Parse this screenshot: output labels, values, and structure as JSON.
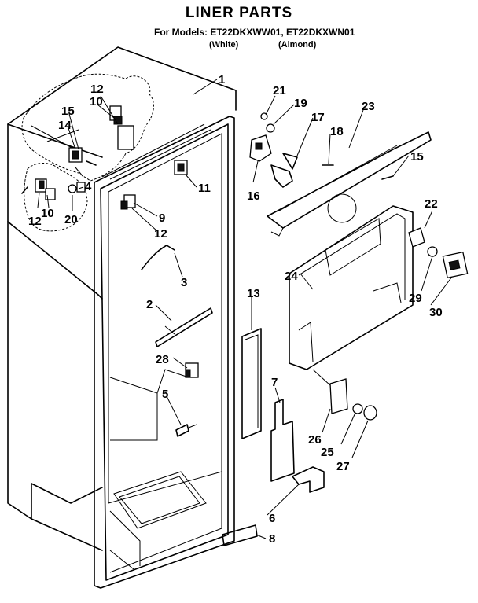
{
  "header": {
    "title": "LINER PARTS",
    "models": "For Models: ET22DKXWW01, ET22DKXWN01",
    "color_white": "(White)",
    "color_almond": "(Almond)"
  },
  "callouts": {
    "c1": "1",
    "c2": "2",
    "c3": "3",
    "c4": "4",
    "c5": "5",
    "c6": "6",
    "c7": "7",
    "c8": "8",
    "c9": "9",
    "c10a": "10",
    "c10b": "10",
    "c11": "11",
    "c12a": "12",
    "c12b": "12",
    "c12c": "12",
    "c13": "13",
    "c14": "14",
    "c15a": "15",
    "c15b": "15",
    "c16": "16",
    "c17": "17",
    "c18": "18",
    "c19": "19",
    "c20": "20",
    "c21": "21",
    "c22": "22",
    "c23": "23",
    "c24": "24",
    "c25": "25",
    "c26": "26",
    "c27": "27",
    "c28": "28",
    "c29": "29",
    "c30": "30"
  }
}
